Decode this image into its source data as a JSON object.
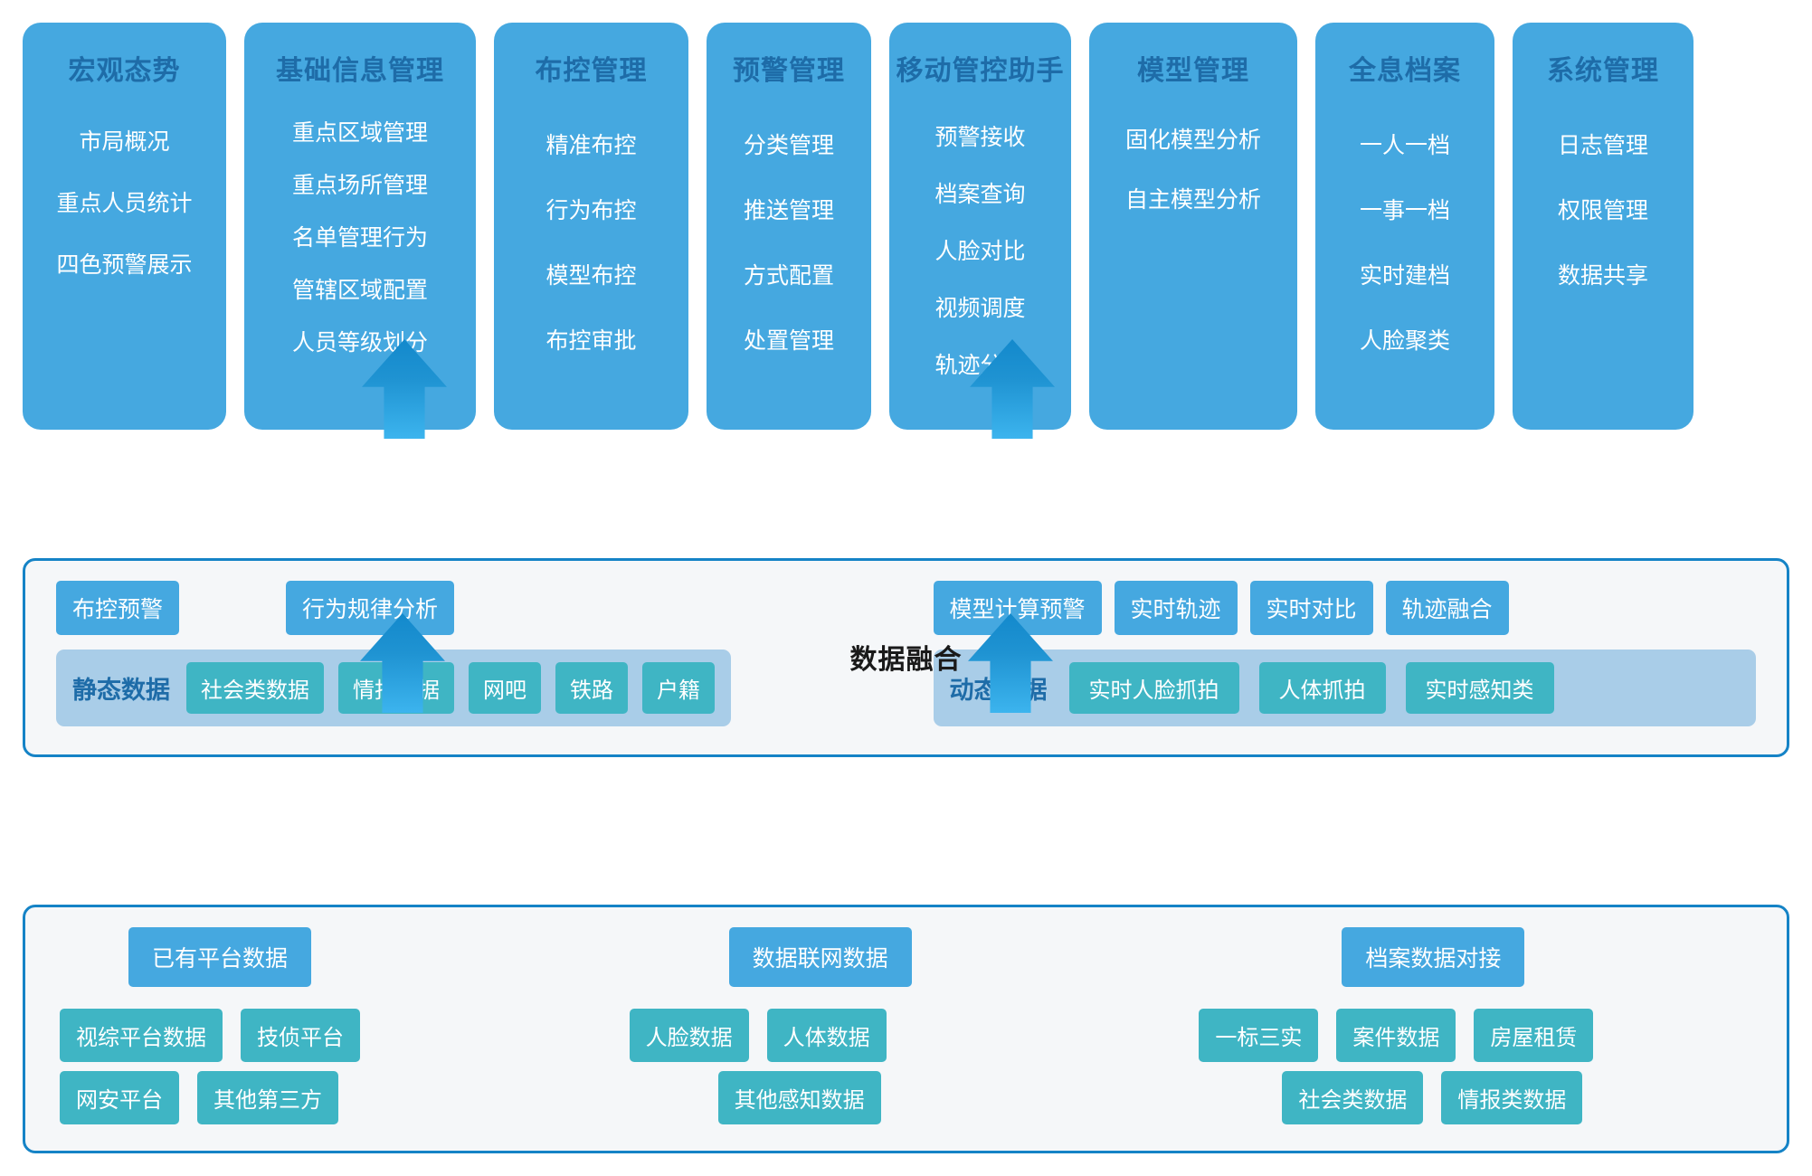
{
  "top_columns": [
    {
      "title": "宏观态势",
      "items": [
        "市局概况",
        "重点人员统计",
        "四色预警展示"
      ]
    },
    {
      "title": "基础信息管理",
      "items": [
        "重点区域管理",
        "重点场所管理",
        "名单管理行为",
        "管辖区域配置",
        "人员等级划分"
      ]
    },
    {
      "title": "布控管理",
      "items": [
        "精准布控",
        "行为布控",
        "模型布控",
        "布控审批"
      ]
    },
    {
      "title": "预警管理",
      "items": [
        "分类管理",
        "推送管理",
        "方式配置",
        "处置管理"
      ]
    },
    {
      "title": "移动管控助手",
      "items": [
        "预警接收",
        "档案查询",
        "人脸对比",
        "视频调度",
        "轨迹分析"
      ]
    },
    {
      "title": "模型管理",
      "items": [
        "固化模型分析",
        "自主模型分析"
      ]
    },
    {
      "title": "全息档案",
      "items": [
        "一人一档",
        "一事一档",
        "实时建档",
        "人脸聚类"
      ]
    },
    {
      "title": "系统管理",
      "items": [
        "日志管理",
        "权限管理",
        "数据共享"
      ]
    }
  ],
  "fusion_label": "数据融合",
  "middle_panel": {
    "left": {
      "capabilities": [
        "布控预警",
        "行为规律分析"
      ],
      "band_label": "静态数据",
      "band_items": [
        "社会类数据",
        "情报数据",
        "网吧",
        "铁路",
        "户籍"
      ]
    },
    "right": {
      "capabilities": [
        "模型计算预警",
        "实时轨迹",
        "实时对比",
        "轨迹融合"
      ],
      "band_label": "动态数据",
      "band_items": [
        "实时人脸抓拍",
        "人体抓拍",
        "实时感知类"
      ]
    }
  },
  "bottom_panel": {
    "groups": [
      {
        "head": "已有平台数据",
        "rows": [
          [
            "视综平台数据",
            "技侦平台"
          ],
          [
            "网安平台",
            "其他第三方"
          ]
        ]
      },
      {
        "head": "数据联网数据",
        "rows": [
          [
            "人脸数据",
            "人体数据"
          ],
          [
            "其他感知数据"
          ]
        ]
      },
      {
        "head": "档案数据对接",
        "rows": [
          [
            "一标三实",
            "案件数据",
            "房屋租赁"
          ],
          [
            "社会类数据",
            "情报类数据"
          ]
        ]
      }
    ]
  },
  "colors": {
    "column_blue": "#45a8e0",
    "column_title_text": "#1e6ca8",
    "panel_border": "#1583c6",
    "panel_bg": "#f5f7f9",
    "band_bg": "#a9cde8",
    "teal_chip": "#3fb5c4",
    "arrow_top": "#1389cc",
    "arrow_bottom": "#3cb4ee",
    "fusion_text": "#1a1a1a"
  },
  "arrows": [
    {
      "name": "arrow-apps-from-fusion-left"
    },
    {
      "name": "arrow-apps-from-fusion-right"
    },
    {
      "name": "arrow-fusion-from-sources-left"
    },
    {
      "name": "arrow-fusion-from-sources-right"
    }
  ]
}
